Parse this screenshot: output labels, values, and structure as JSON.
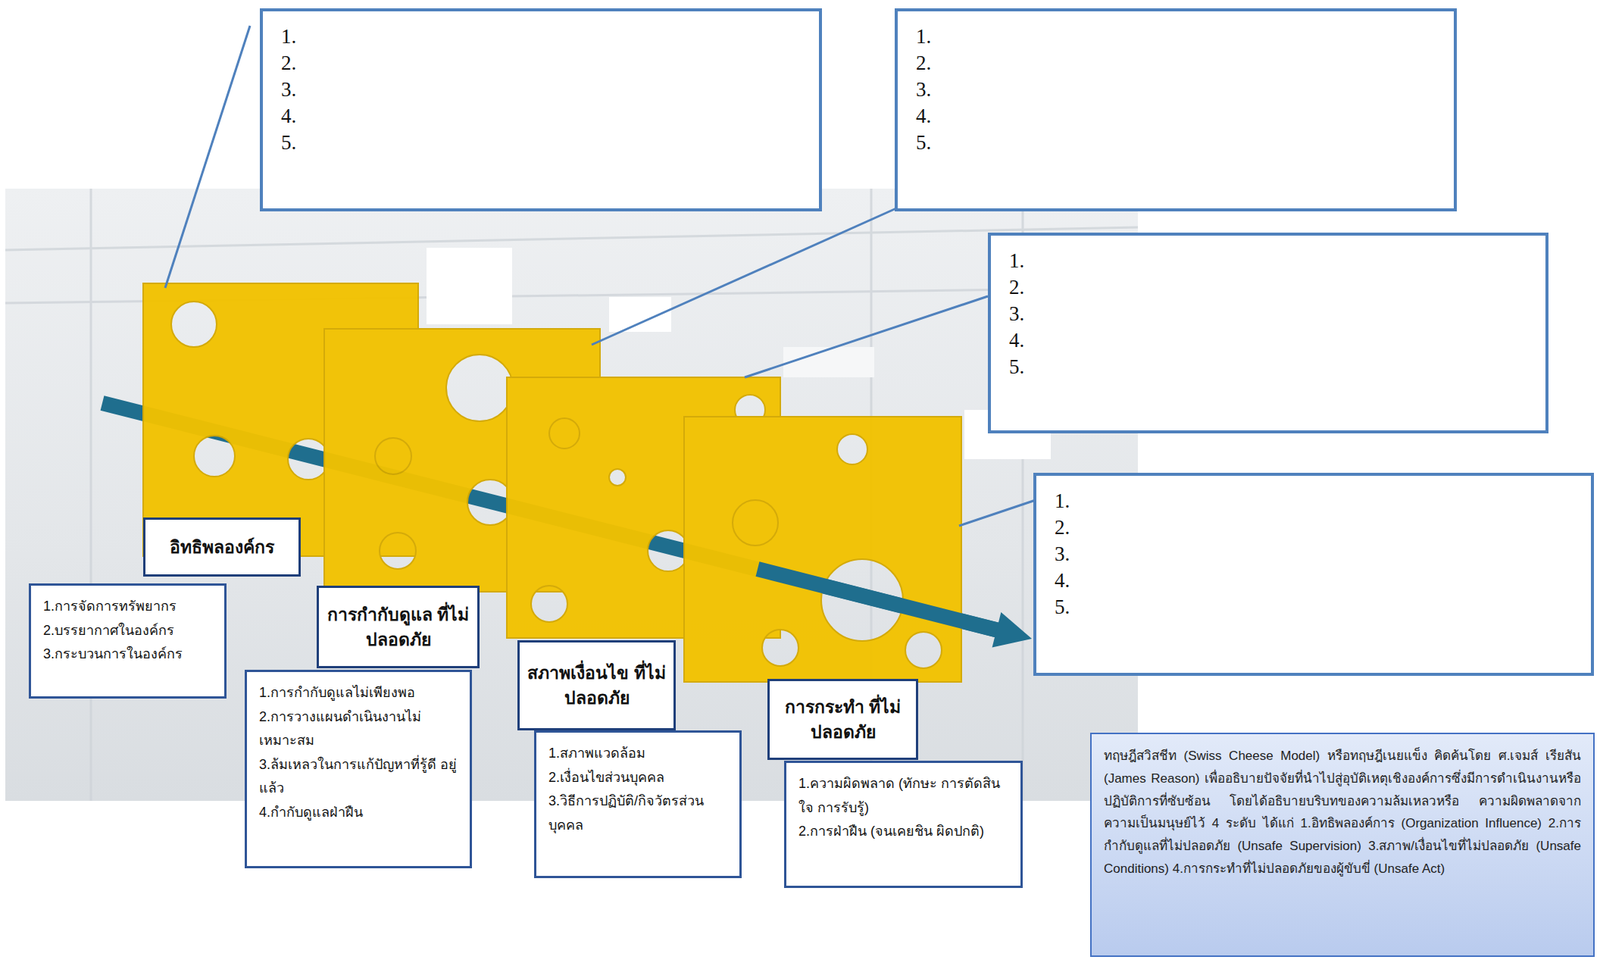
{
  "diagram": {
    "nodes": [
      {
        "text": [
          "1.",
          "2.",
          "3.",
          "4.",
          "5."
        ]
      },
      {
        "text": [
          "1.",
          "2.",
          "3.",
          "4.",
          "5."
        ]
      },
      {
        "text": [
          "1.",
          "2.",
          "3.",
          "4.",
          "5."
        ]
      },
      {
        "text": [
          "1.",
          "2.",
          "3.",
          "4.",
          "5."
        ]
      },
      {
        "text": [
          "อิทธิพลองค์กร"
        ]
      },
      {
        "text": [
          "1.การจัดการทรัพยากร",
          "2.บรรยากาศในองค์กร",
          "3.กระบวนการในองค์กร"
        ]
      },
      {
        "text": [
          "การกำกับดูแล ที่ไม่ปลอดภัย"
        ]
      },
      {
        "text": [
          "1.การกำกับดูแลไม่เพียงพอ",
          "2.การวางแผนดำเนินงานไม่ เหมาะสม",
          "3.ล้มเหลวในการแก้ปัญหาที่รู้ดี อยู่แล้ว",
          "4.กำกับดูแลฝ่าฝืน"
        ]
      },
      {
        "text": [
          "สภาพเงื่อนไข ที่ไม่ปลอดภัย"
        ]
      },
      {
        "text": [
          "1.สภาพแวดล้อม",
          "2.เงื่อนไขส่วนบุคคล",
          "3.วิธีการปฏิบัติ/กิจวัตรส่วน บุคคล"
        ]
      },
      {
        "text": [
          "การกระทำ ที่ไม่ปลอดภัย"
        ]
      },
      {
        "text": [
          "1.ความผิดพลาด (ทักษะ การตัดสินใจ การรับรู้)",
          "2.การฝ่าฝืน (จนเคยชิน ผิดปกติ)"
        ]
      },
      {
        "text": [
          "ทฤษฎีสวิสชีท (Swiss Cheese Model) หรือทฤษฎีเนยแข็ง คิดค้นโดย ศ.เจมส์ เรียสัน (James Reason) เพื่ออธิบายปัจจัยที่นำไปสู่อุบัติเหตุเชิงองค์การซึ่งมีการดำเนินงานหรือปฏิบัติการที่ซับซ้อน โดยได้อธิบายบริบทของความล้มเหลวหรือ ความผิดพลาดจากความเป็นมนุษย์ไว้ 4 ระดับ ได้แก่ 1.อิทธิพลองค์การ (Organization Influence) 2.การกำกับดูแลที่ไม่ปลอดภัย (Unsafe Supervision) 3.สภาพ/เงื่อนไขที่ไม่ปลอดภัย (Unsafe Conditions) 4.การกระทำที่ไม่ปลอดภัยของผู้ขับขี่ (Unsafe Act)"
        ]
      }
    ]
  }
}
